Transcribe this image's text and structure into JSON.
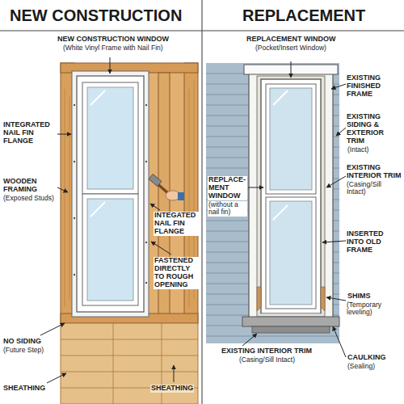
{
  "diagram": {
    "labels": [
      "NEW CONSTRUCTION",
      "REPLACEMENT",
      "NEW CONSTRUCTION WINDOW",
      "(White Vinyl Frame with Nail Fin)",
      "REPLACEMENT WINDOW",
      "(Pocket/Insert Window)",
      "INTEGRATED NAIL FIN FLANGE",
      "WOODEN FRAMING",
      "(Exposed Studs)",
      "INTEGATED NAIL FIN FLANGE",
      "FASTENED DIRECTLY TO ROUGH OPENING",
      "NO SIDING",
      "(Future Step)",
      "SHEATHING",
      "SHEATHING",
      "EXISTING FINISHED FRAME",
      "EXISTING SIDING & EXTERIOR TRIM",
      "(Intact)",
      "REPLACE- MENT WINDOW",
      "(without a nail fin)",
      "EXISTING INTERIOR TRIM",
      "(Casing/Sill Intact)",
      "INSERTED INTO OLD FRAME",
      "SHIMS",
      "(Temporary leveling)",
      "CAULKING",
      "(Sealing)",
      "EXISTING INTERIOR TRIM",
      "(Casing/Sill Intact)"
    ]
  }
}
